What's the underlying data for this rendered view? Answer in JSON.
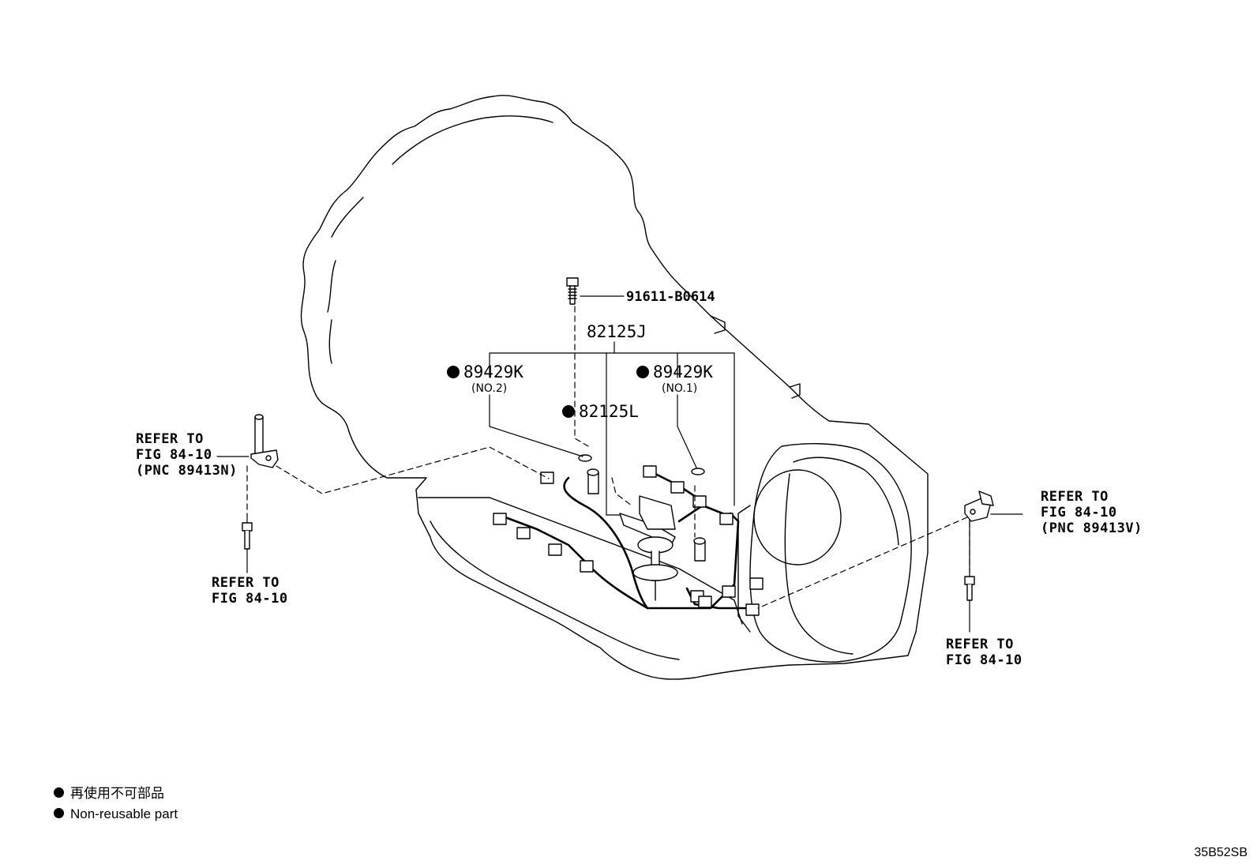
{
  "callouts": {
    "bolt_pn": "91611-B0614",
    "harness_pn": "82125J",
    "oring_left": {
      "pn": "89429K",
      "sub": "(NO.2)"
    },
    "oring_right": {
      "pn": "89429K",
      "sub": "(NO.1)"
    },
    "sub_harness_pn": "82125L"
  },
  "refer_left_sensor": {
    "line1": "REFER TO",
    "line2": "FIG 84-10",
    "line3": "(PNC 89413N)"
  },
  "refer_left_bolt": {
    "line1": "REFER TO",
    "line2": "FIG 84-10"
  },
  "refer_right_sensor": {
    "line1": "REFER TO",
    "line2": "FIG 84-10",
    "line3": "(PNC 89413V)"
  },
  "refer_right_bolt": {
    "line1": "REFER TO",
    "line2": "FIG 84-10"
  },
  "legend": {
    "jp": "再使用不可部品",
    "en": "Non-reusable part"
  },
  "diagram_code": "35B52SB",
  "colors": {
    "ink": "#000000",
    "paper": "#ffffff"
  }
}
